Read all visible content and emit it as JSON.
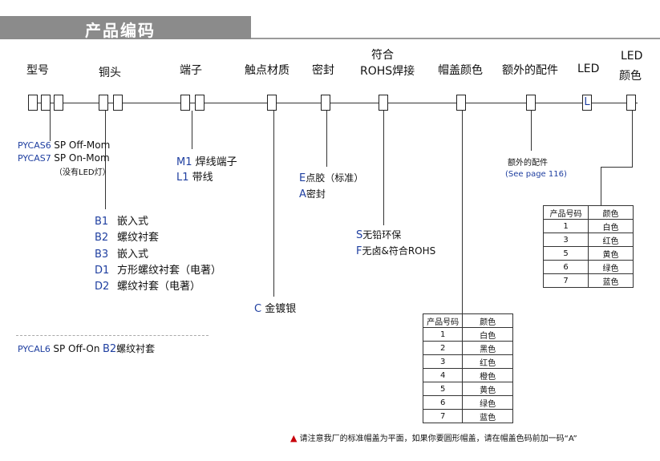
{
  "header": {
    "title": "产品编码"
  },
  "columns": {
    "model": "型号",
    "copper_head": "铜头",
    "terminal": "端子",
    "contact_material": "触点材质",
    "seal": "密封",
    "rohs_line1": "符合",
    "rohs_line2": "ROHS焊接",
    "cap_color": "帽盖颜色",
    "accessories": "额外的配件",
    "led": "LED",
    "led_color_line1": "LED",
    "led_color_line2": "颜色"
  },
  "led_box_letter": "L",
  "model_options": [
    {
      "code": "PYCAS6",
      "desc": "SP Off-Mom"
    },
    {
      "code": "PYCAS7",
      "desc": "SP On-Mom"
    }
  ],
  "model_note": "（没有LED灯）",
  "terminal_options": [
    {
      "code": "M1",
      "desc": "焊线端子"
    },
    {
      "code": "L1",
      "desc": "带线"
    }
  ],
  "copper_options": [
    {
      "code": "B1",
      "desc": "嵌入式"
    },
    {
      "code": "B2",
      "desc": "螺纹衬套"
    },
    {
      "code": "B3",
      "desc": "嵌入式"
    },
    {
      "code": "D1",
      "desc": "方形螺纹衬套（电著）"
    },
    {
      "code": "D2",
      "desc": "螺纹衬套（电著）"
    }
  ],
  "contact_option": {
    "code": "C",
    "desc": "金镀银"
  },
  "seal_options": [
    {
      "code": "E",
      "desc": "点胶（标准）"
    },
    {
      "code": "A",
      "desc": "密封"
    }
  ],
  "rohs_options": [
    {
      "code": "S",
      "desc": "无铅环保"
    },
    {
      "code": "F",
      "desc": "无卤&符合ROHS"
    }
  ],
  "accessories_note": {
    "line1": "额外的配件",
    "line2": "(See page 116)"
  },
  "alt_model": {
    "code": "PYCAL6",
    "desc": "SP Off-On",
    "code2": "B2",
    "desc2": "螺纹衬套"
  },
  "led_color_table": {
    "headers": [
      "产品号码",
      "颜色"
    ],
    "rows": [
      [
        "1",
        "白色"
      ],
      [
        "3",
        "红色"
      ],
      [
        "5",
        "黄色"
      ],
      [
        "6",
        "绿色"
      ],
      [
        "7",
        "蓝色"
      ]
    ]
  },
  "cap_color_table": {
    "headers": [
      "产品号码",
      "颜色"
    ],
    "rows": [
      [
        "1",
        "白色"
      ],
      [
        "2",
        "黑色"
      ],
      [
        "3",
        "红色"
      ],
      [
        "4",
        "橙色"
      ],
      [
        "5",
        "黄色"
      ],
      [
        "6",
        "绿色"
      ],
      [
        "7",
        "蓝色"
      ]
    ]
  },
  "footnote": "请注意我厂的标准帽盖为平面，如果你要圆形帽盖，请在帽盖色码前加一码“A”",
  "colors": {
    "header_bg": "#8b8b8b",
    "code_blue": "#1f3fa0",
    "warning_red": "#c8000a"
  }
}
